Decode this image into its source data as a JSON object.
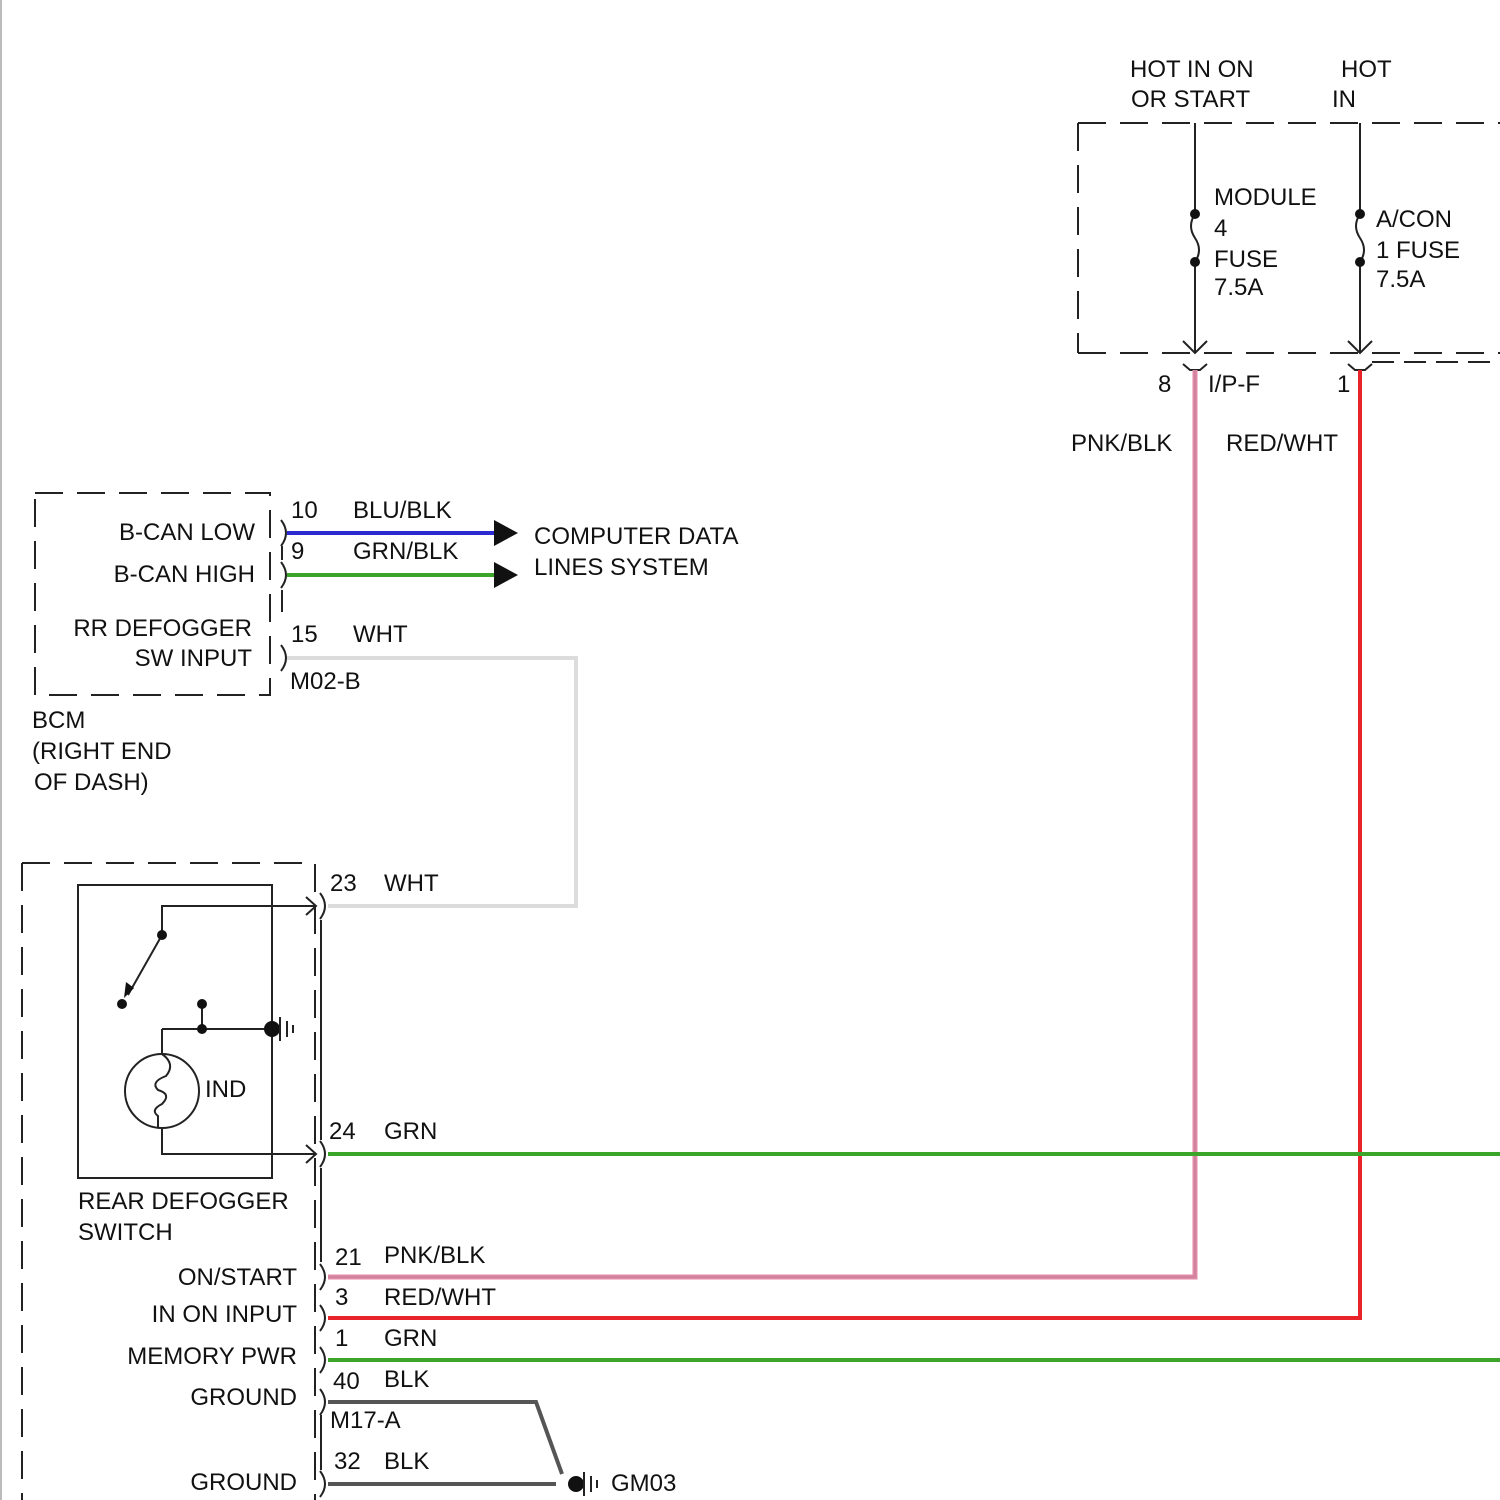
{
  "colors": {
    "pnk_blk": "#e08aa8",
    "red_wht": "#e8232a",
    "grn": "#3aa528",
    "blu_blk": "#2a2ad0",
    "wht": "#dcdcdc",
    "blk": "#555555"
  },
  "fuse_block": {
    "hot_in_on_1": "HOT IN ON",
    "hot_in_on_2": "OR START",
    "hot_in_1": "HOT",
    "hot_in_2": "IN",
    "fuse_a": [
      "MODULE",
      "4",
      "FUSE",
      "7.5A"
    ],
    "fuse_b": [
      "A/CON",
      "1 FUSE",
      "7.5A"
    ],
    "pin_8": "8",
    "connector": "I/P-F",
    "pin_1": "1",
    "wire_a": "PNK/BLK",
    "wire_b": "RED/WHT"
  },
  "bcm": {
    "labels": [
      "B-CAN LOW",
      "B-CAN HIGH",
      "RR DEFOGGER",
      "SW INPUT"
    ],
    "pins": [
      {
        "pin": "10",
        "color": "BLU/BLK"
      },
      {
        "pin": "9",
        "color": "GRN/BLK"
      },
      {
        "pin": "15",
        "color": "WHT"
      }
    ],
    "connector": "M02-B",
    "name": [
      "BCM",
      "(RIGHT END",
      "OF DASH)"
    ],
    "dest": [
      "COMPUTER DATA",
      "LINES SYSTEM"
    ]
  },
  "switch": {
    "ind": "IND",
    "name": [
      "REAR DEFOGGER",
      "SWITCH"
    ],
    "labels": [
      "ON/START",
      "IN ON INPUT",
      "MEMORY PWR",
      "GROUND",
      "GROUND"
    ],
    "pins": [
      {
        "pin": "23",
        "color": "WHT"
      },
      {
        "pin": "24",
        "color": "GRN"
      },
      {
        "pin": "21",
        "color": "PNK/BLK"
      },
      {
        "pin": "3",
        "color": "RED/WHT"
      },
      {
        "pin": "1",
        "color": "GRN"
      },
      {
        "pin": "40",
        "color": "BLK"
      },
      {
        "pin": "32",
        "color": "BLK"
      }
    ],
    "connector": "M17-A",
    "ground": "GM03"
  }
}
